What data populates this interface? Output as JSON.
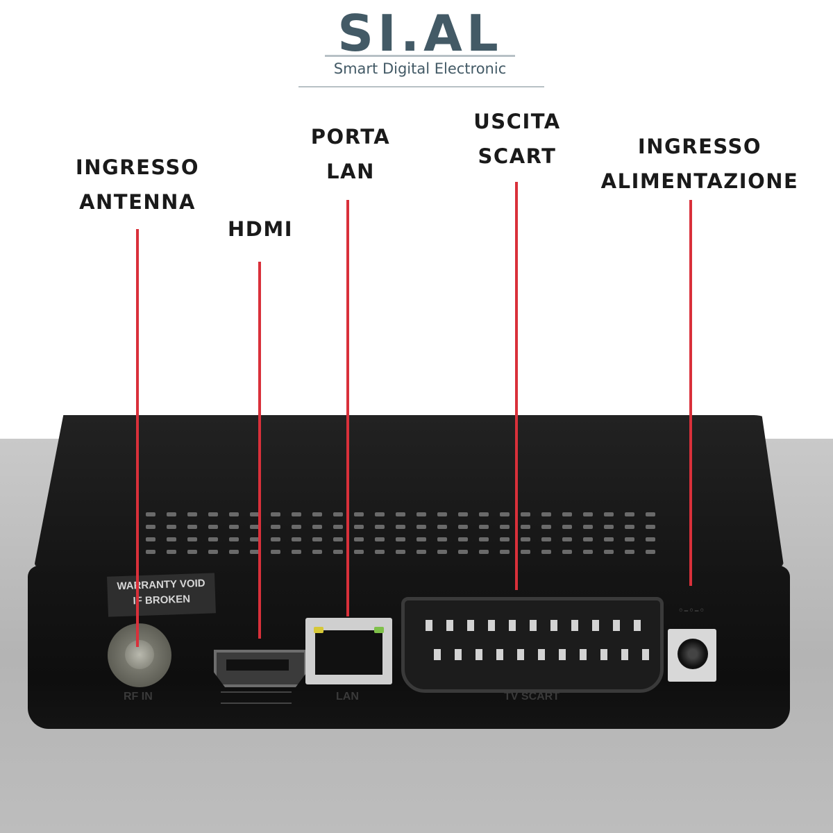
{
  "brand": {
    "logo": "SI.AL",
    "tagline": "Smart Digital Electronic"
  },
  "callouts": {
    "antenna": [
      "INGRESSO",
      "ANTENNA"
    ],
    "hdmi": [
      "HDMI"
    ],
    "lan": [
      "PORTA",
      "LAN"
    ],
    "scart": [
      "USCITA",
      "SCART"
    ],
    "power": [
      "INGRESSO",
      "ALIMENTAZIONE"
    ]
  },
  "device": {
    "sticker": [
      "WARRANTY VOID",
      "IF BROKEN"
    ],
    "port_labels": {
      "rf": "RF IN",
      "lan": "LAN",
      "scart": "TV SCART"
    }
  },
  "colors": {
    "brand": "#435a66",
    "leader": "#d9303a",
    "device": "#151515"
  }
}
